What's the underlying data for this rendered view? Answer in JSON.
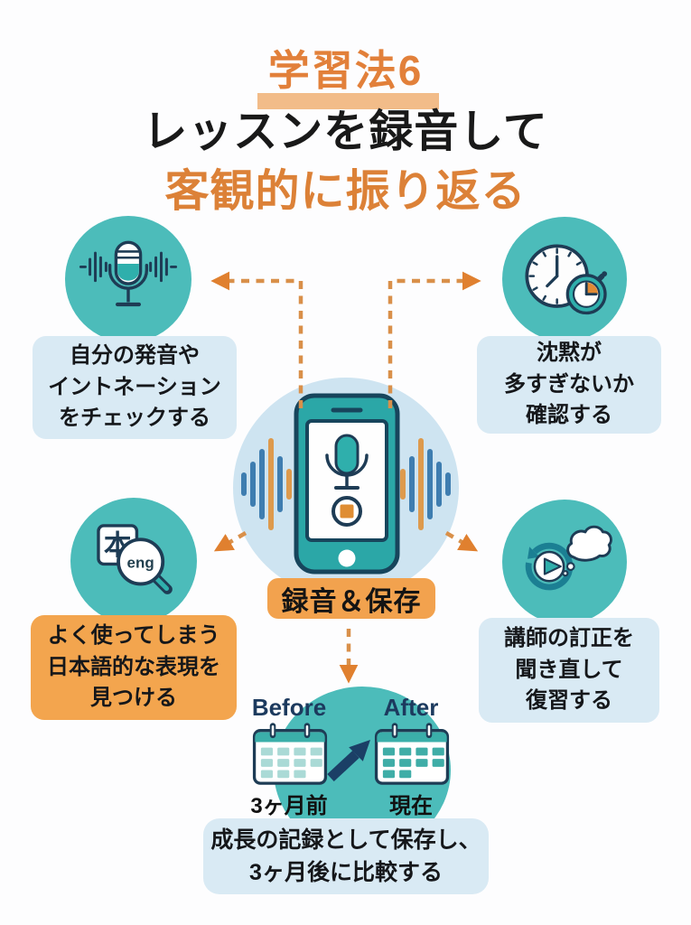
{
  "title": {
    "badge": "学習法6",
    "heading_black": "レッスンを録音して",
    "heading_orange": "客観的に振り返る"
  },
  "center": {
    "icon": "smartphone-recording-icon",
    "caption": "録音＆保存"
  },
  "items": [
    {
      "id": "check-pronunciation",
      "icon": "microphone-soundwave-icon",
      "style": "blue",
      "lines": [
        "自分の発音や",
        "イントネーション",
        "をチェックする"
      ]
    },
    {
      "id": "check-silence",
      "icon": "clock-stopwatch-icon",
      "style": "blue",
      "lines": [
        "沈黙が",
        "多すぎないか",
        "確認する"
      ]
    },
    {
      "id": "find-expressions",
      "icon": "translate-magnifier-icon",
      "style": "orange",
      "lines": [
        "よく使ってしまう",
        "日本語的な表現を",
        "見つける"
      ],
      "icon_texts": {
        "book": "本",
        "lens": "eng"
      }
    },
    {
      "id": "review-corrections",
      "icon": "replay-thought-icon",
      "style": "blue",
      "lines": [
        "講師の訂正を",
        "聞き直して",
        "復習する"
      ]
    }
  ],
  "growth": {
    "before_label": "Before",
    "after_label": "After",
    "before_caption": "3ヶ月前",
    "after_caption": "現在",
    "note_lines": [
      "成長の記録として保存し、",
      "3ヶ月後に比較する"
    ]
  },
  "colors": {
    "accent_orange": "#E2803A",
    "highlight_band": "#F2BC89",
    "heading_orange": "#DC8137",
    "teal_circle": "#4CBCBA",
    "center_circle_blue": "#CEE4F1",
    "box_blue": "#D9EAF4",
    "box_orange": "#F3A54E",
    "label_orange": "#F2A24E",
    "arrow_dash": "#D9904A",
    "arrow_head": "#E0802F",
    "icon_navy": "#1E3C55",
    "icon_teal": "#2FAFAC",
    "wave_blue": "#3E7DB0",
    "wave_orange": "#DD9A4D"
  }
}
